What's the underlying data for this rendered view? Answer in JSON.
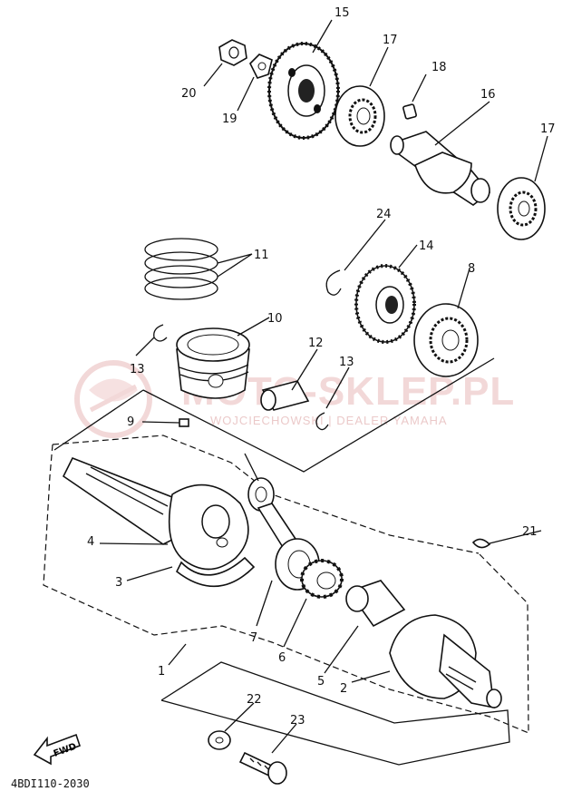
{
  "diagram": {
    "code": "4BDI110-2030",
    "fwd_label": "FWD",
    "callouts": {
      "c1": "1",
      "c2": "2",
      "c3": "3",
      "c4": "4",
      "c5": "5",
      "c6": "6",
      "c7": "7",
      "c8": "8",
      "c9": "9",
      "c10": "10",
      "c11": "11",
      "c12": "12",
      "c13a": "13",
      "c13b": "13",
      "c14": "14",
      "c15": "15",
      "c16": "16",
      "c17a": "17",
      "c17b": "17",
      "c18": "18",
      "c19": "19",
      "c20": "20",
      "c21": "21",
      "c22": "22",
      "c23": "23",
      "c24": "24"
    }
  },
  "watermark": {
    "title": "MOTO-SKLEP.PL",
    "subtitle": "WOJCIECHOWSKI | DEALER YAMAHA"
  },
  "colors": {
    "line": "#111111",
    "watermark": "#e9b9b9"
  }
}
